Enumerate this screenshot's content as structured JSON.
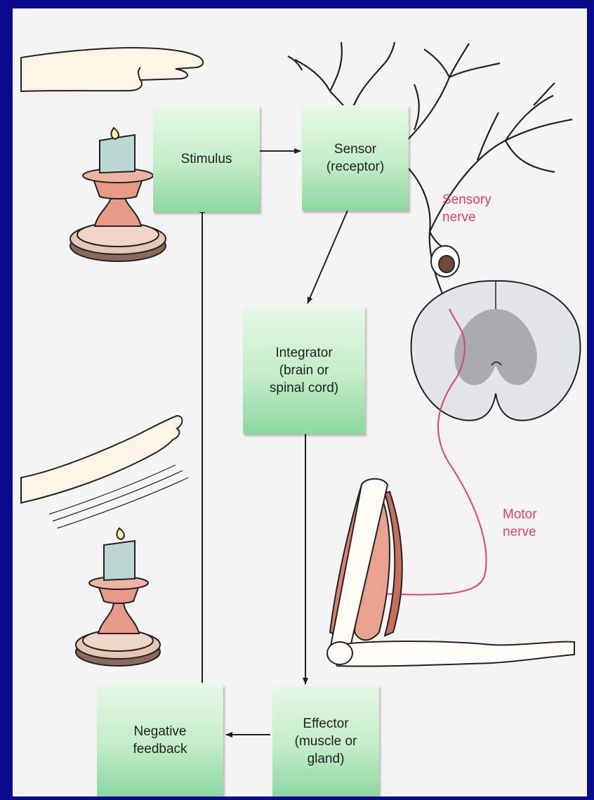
{
  "boxes": {
    "stimulus": "Stimulus",
    "sensor": "Sensor\n(receptor)",
    "integrator": "Integrator\n(brain or\nspinal cord)",
    "effector": "Effector\n(muscle or\ngland)",
    "negative_feedback": "Negative\nfeedback"
  },
  "labels": {
    "sensory_nerve": "Sensory\nnerve",
    "motor_nerve": "Motor\nnerve"
  },
  "colors": {
    "background": "#0a0a8c",
    "panel": "#f4f4f4",
    "box_fill": "#c3edc8",
    "nerve_label": "#e0406a",
    "muscle": "#d9806e",
    "candle_holder": "#e89a88",
    "candle": "#bcd8d4"
  }
}
